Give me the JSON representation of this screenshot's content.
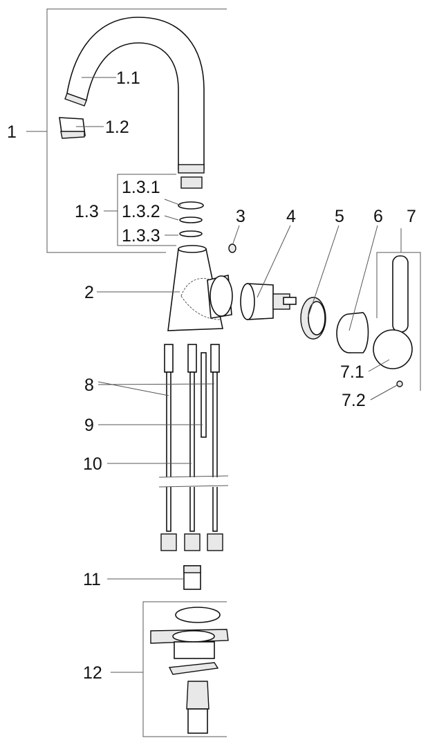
{
  "labels": {
    "p1": "1",
    "p1_1": "1.1",
    "p1_2": "1.2",
    "p1_3": "1.3",
    "p1_3_1": "1.3.1",
    "p1_3_2": "1.3.2",
    "p1_3_3": "1.3.3",
    "p2": "2",
    "p3": "3",
    "p4": "4",
    "p5": "5",
    "p6": "6",
    "p7": "7",
    "p7_1": "7.1",
    "p7_2": "7.2",
    "p8": "8",
    "p9": "9",
    "p10": "10",
    "p11": "11",
    "p12": "12"
  }
}
